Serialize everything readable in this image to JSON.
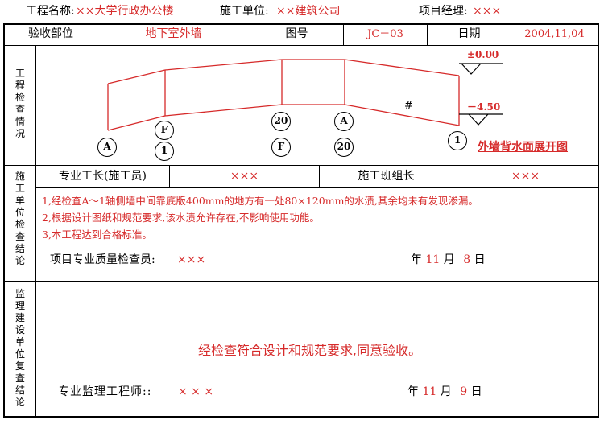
{
  "header": {
    "project_label": "工程名称:",
    "project_value": "××大学行政办公楼",
    "contractor_label": "施工单位:",
    "contractor_value": "××建筑公司",
    "manager_label": "项目经理:",
    "manager_value": "×××"
  },
  "info_row": {
    "part_label": "验收部位",
    "part_value": "地下室外墙",
    "drawing_label": "图号",
    "drawing_value": "JC－03",
    "date_label": "日期",
    "date_value": "2004,11,04"
  },
  "section1": {
    "title": "工程检查情况",
    "diagram": {
      "elev_top": "±0.00",
      "elev_bottom": "－4.50",
      "hash_mark": "#",
      "caption": "外墙背水面展开图",
      "axis_bottom": [
        "A",
        "1"
      ],
      "axis_top": [
        "F",
        "20",
        "A"
      ],
      "axis_lower": [
        "1",
        "F",
        "20"
      ]
    }
  },
  "section2": {
    "title": "施工单位检查结论",
    "foreman_label": "专业工长(施工员)",
    "foreman_value": "×××",
    "team_label": "施工班组长",
    "team_value": "×××",
    "lines": [
      "1,经检查A～1轴侧墙中间靠底版400mm的地方有一处80×120mm的水渍,其余均未有发现渗漏。",
      "2,根据设计图纸和规范要求,该水渍允许存在,不影响使用功能。",
      "3,本工程达到合格标准。"
    ],
    "inspector_label": "项目专业质量检查员:",
    "inspector_value": "×××",
    "date_year": "年",
    "date_month_num": "11",
    "date_month": "月",
    "date_day_num": "8",
    "date_day": "日"
  },
  "section3": {
    "title": "监理建设单位复查结论",
    "conclusion": "经检查符合设计和规范要求,同意验收。",
    "engineer_label": "专业监理工程师::",
    "engineer_value": "× × ×",
    "date_year": "年",
    "date_month_num": "11",
    "date_month": "月",
    "date_day_num": "9",
    "date_day": "日"
  }
}
